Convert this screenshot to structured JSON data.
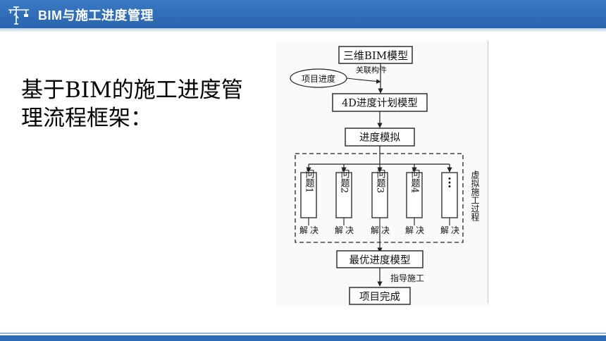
{
  "header": {
    "title": "BIM与施工进度管理",
    "icon": "crane-icon",
    "background": "#2e6bb5"
  },
  "slide": {
    "text_line1": "基于BIM的施工进度管",
    "text_line2": "理流程框架："
  },
  "diagram": {
    "box_top": "三维BIM模型",
    "ellipse": "项目进度",
    "link_label": "关联构件",
    "box_4d": "4D进度计划模型",
    "box_sim": "进度模拟",
    "problems": [
      {
        "label": "问题1",
        "solve1": "解",
        "solve2": "决"
      },
      {
        "label": "问题2",
        "solve1": "解",
        "solve2": "决"
      },
      {
        "label": "问题3",
        "solve1": "解",
        "solve2": "决"
      },
      {
        "label": "问题4",
        "solve1": "解",
        "solve2": "决"
      },
      {
        "label": "···",
        "solve1": "解",
        "solve2": "决"
      }
    ],
    "side_label": "虚拟施工过程",
    "box_opt": "最优进度模型",
    "guide_label": "指导施工",
    "box_done": "项目完成"
  },
  "footer": {
    "color": "#2e6bb5"
  }
}
